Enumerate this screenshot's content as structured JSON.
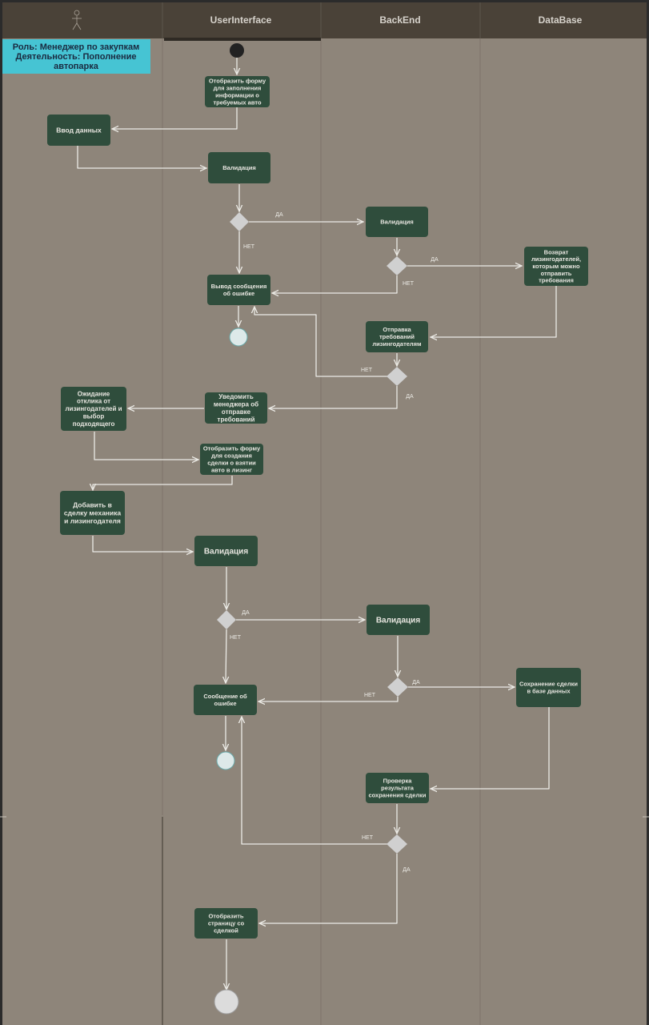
{
  "lanes": {
    "actor_icon": "stick-figure-icon",
    "ui": "UserInterface",
    "backend": "BackEnd",
    "database": "DataBase"
  },
  "role_note": {
    "lines": [
      "Роль: Менеджер по закупкам",
      "Деятельность: Пополнение",
      "автопарка"
    ]
  },
  "nodes": {
    "show_request_form": [
      "Отобразить форму",
      "для заполнения",
      "информации о",
      "требуемых авто"
    ],
    "enter_data": [
      "Ввод данных"
    ],
    "validation_ui_1": [
      "Валидация"
    ],
    "validation_be_1": [
      "Валидация"
    ],
    "return_lessors": [
      "Возврат",
      "лизингодателей,",
      "которым можно",
      "отправить",
      "требования"
    ],
    "error_output_1": [
      "Вывод сообщения",
      "об ошибке"
    ],
    "send_requirements": [
      "Отправка",
      "требований",
      "лизингодателям"
    ],
    "notify_manager": [
      "Уведомить",
      "менеджера об",
      "отправке",
      "требований"
    ],
    "await_response": [
      "Ожидание",
      "отклика от",
      "лизингодателей и",
      "выбор",
      "подходящего"
    ],
    "show_deal_form": [
      "Отобразить форму",
      "для создания",
      "сделки о взятии",
      "авто в лизинг"
    ],
    "add_mechanic_lessor": [
      "Добавить в",
      "сделку механика",
      "и лизингодателя"
    ],
    "validation_ui_2": [
      "Валидация"
    ],
    "validation_be_2": [
      "Валидация"
    ],
    "save_deal": [
      "Сохранение сделки",
      "в базе данных"
    ],
    "error_message_2": [
      "Сообщение об",
      "ошибке"
    ],
    "check_save_result": [
      "Проверка",
      "результата",
      "сохранения сделки"
    ],
    "show_deal_page": [
      "Отобразить",
      "страницу со",
      "сделкой"
    ]
  },
  "labels": {
    "yes": "ДА",
    "no": "НЕТ"
  },
  "colors": {
    "canvas_bg": "#8e857a",
    "header_bg": "#4a4238",
    "node_fill": "#2f4d3c",
    "role_fill": "#46c4d3",
    "line": "#ecebe6",
    "decision_fill": "#d0d0d0",
    "final_fill": "#dcdcdc",
    "end_fill": "#dde9e9"
  }
}
